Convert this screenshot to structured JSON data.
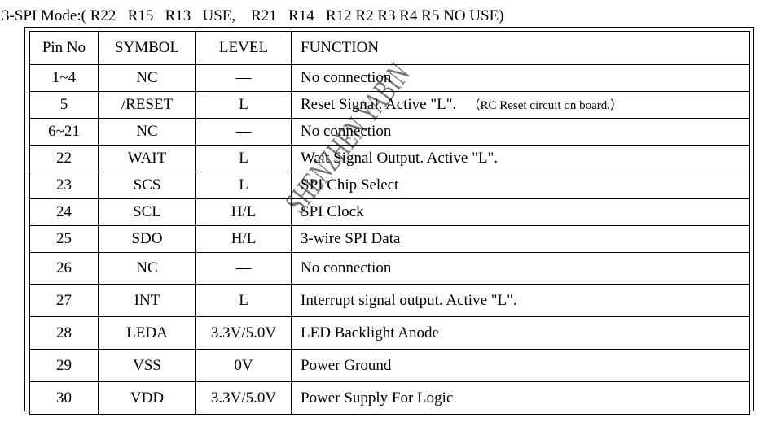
{
  "heading": "3-SPI Mode:( R22   R15   R13   USE,    R21   R14   R12 R2 R3 R4 R5 NO USE)",
  "columns": [
    "Pin No",
    "SYMBOL",
    "LEVEL",
    "FUNCTION"
  ],
  "rows": [
    {
      "pin": "1~4",
      "symbol": "NC",
      "level": "—",
      "function": "No connection",
      "note": ""
    },
    {
      "pin": "5",
      "symbol": "/RESET",
      "level": "L",
      "function": "Reset Signal. Active \"L\".",
      "note": "（RC Reset circuit on board.）"
    },
    {
      "pin": "6~21",
      "symbol": "NC",
      "level": "—",
      "function": "No connection",
      "note": ""
    },
    {
      "pin": "22",
      "symbol": "WAIT",
      "level": "L",
      "function": "Wait Signal Output.  Active \"L\".",
      "note": ""
    },
    {
      "pin": "23",
      "symbol": "SCS",
      "level": "L",
      "function": "SPI Chip Select",
      "note": ""
    },
    {
      "pin": "24",
      "symbol": "SCL",
      "level": "H/L",
      "function": "SPI Clock",
      "note": ""
    },
    {
      "pin": "25",
      "symbol": "SDO",
      "level": "H/L",
      "function": "3-wire SPI Data",
      "note": ""
    },
    {
      "pin": "26",
      "symbol": "NC",
      "level": "—",
      "function": "No connection",
      "note": ""
    },
    {
      "pin": "27",
      "symbol": "INT",
      "level": "L",
      "function": "Interrupt signal output. Active \"L\".",
      "note": ""
    },
    {
      "pin": "28",
      "symbol": "LEDA",
      "level": "3.3V/5.0V",
      "function": "LED Backlight Anode",
      "note": ""
    },
    {
      "pin": "29",
      "symbol": "VSS",
      "level": "0V",
      "function": "Power Ground",
      "note": ""
    },
    {
      "pin": "30",
      "symbol": "VDD",
      "level": "3.3V/5.0V",
      "function": "Power Supply For Logic",
      "note": ""
    }
  ],
  "watermark": "SHENZHEN YABIN"
}
